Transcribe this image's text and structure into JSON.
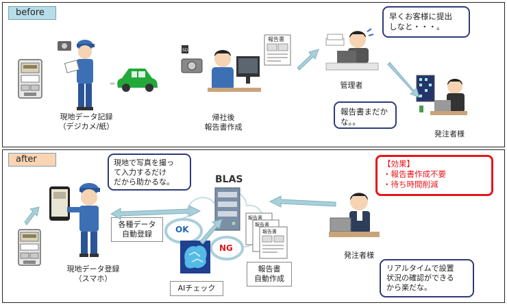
{
  "before": {
    "label": "before",
    "caption_field_record": [
      "現地データ記録",
      "（デジカメ/紙）"
    ],
    "caption_office": [
      "帰社後",
      "報告書作成"
    ],
    "caption_manager": "管理者",
    "caption_client": "発注者様",
    "manager_bubble": [
      "早くお客様に提出",
      "しなと・・・。"
    ],
    "client_bubble": [
      "報告書まだか",
      "な。。"
    ],
    "sd_label": "SD",
    "report_label": "報告書"
  },
  "after": {
    "label": "after",
    "worker_bubble": [
      "現地で写真を撮っ",
      "て入力するだけ",
      "だから助かるな。"
    ],
    "blas_label": "BLAS",
    "auto_register": [
      "各種データ",
      "自動登録"
    ],
    "ok_label": "OK",
    "ng_label": "NG",
    "ai_check": "AIチェック",
    "report_auto": [
      "報告書",
      "自動作成"
    ],
    "report_label": "報告書",
    "caption_field_register": [
      "現地データ登録",
      "（スマホ）"
    ],
    "caption_client": "発注者様",
    "effect": [
      "【効果】",
      "・報告書作成不要",
      "・待ち時間削減"
    ],
    "client_bubble": [
      "リアルタイムで設置",
      "状況の確認ができる",
      "から楽だな。"
    ]
  },
  "colors": {
    "before_tag": "#b7dde8",
    "after_tag": "#fbd4b4",
    "bubble_border": "#2d3a7a",
    "effect_border": "#e8141b",
    "effect_text": "#e8141b",
    "arrow": "#a9cfd9",
    "worker_blue": "#3d6fb5",
    "car_green": "#22a93a"
  }
}
